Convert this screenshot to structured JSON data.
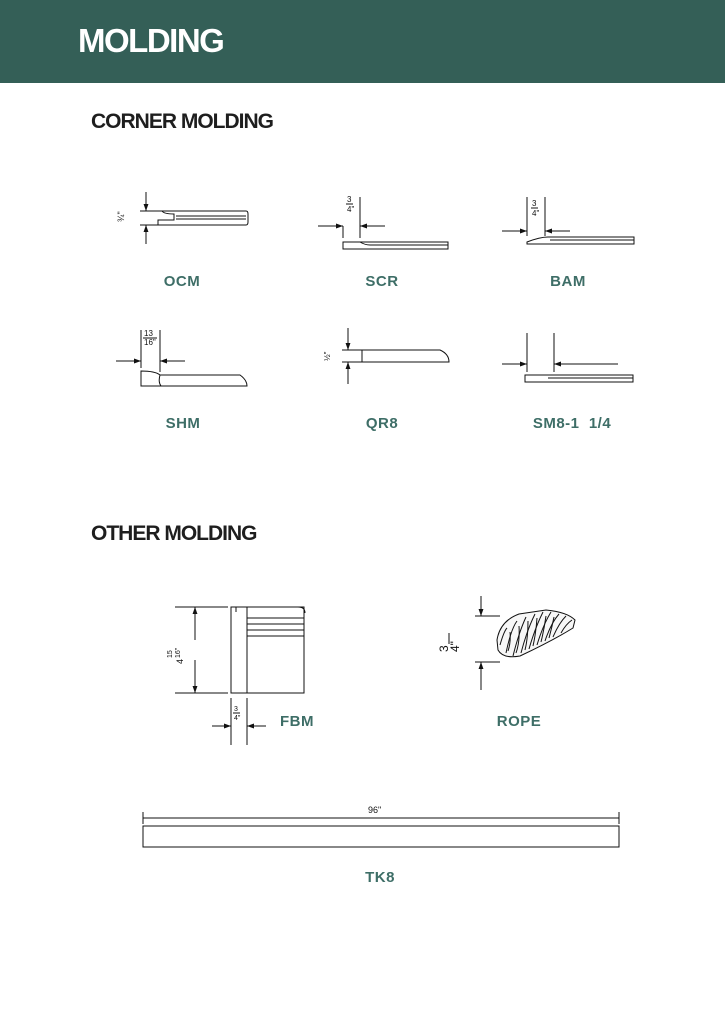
{
  "header": {
    "title": "MOLDING",
    "background": "#345f57",
    "text_color": "#ffffff"
  },
  "sections": {
    "corner": {
      "title": "CORNER MOLDING",
      "items": [
        {
          "code": "OCM",
          "dimension": "3/4\""
        },
        {
          "code": "SCR",
          "dimension": "3/4\""
        },
        {
          "code": "BAM",
          "dimension": "3/4\""
        },
        {
          "code": "SHM",
          "dimension": "13/16\""
        },
        {
          "code": "QR8",
          "dimension": "1/2\""
        },
        {
          "code": "SM8-1  1/4"
        }
      ]
    },
    "other": {
      "title": "OTHER MOLDING",
      "items": [
        {
          "code": "FBM",
          "height": "4 15/16\"",
          "depth": "3/4\""
        },
        {
          "code": "ROPE",
          "dimension": "3/4\""
        },
        {
          "code": "TK8",
          "length": "96\""
        }
      ]
    }
  },
  "label_color": "#3e6e67"
}
